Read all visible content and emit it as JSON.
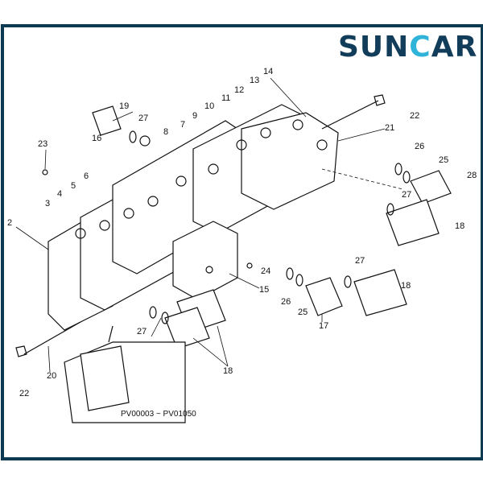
{
  "brand": {
    "name": "SUNCAR",
    "name_part1": "SUN",
    "name_part2": "C",
    "name_part3": "AR",
    "primary_color": "#123d5a",
    "accent_color": "#2fb3d8",
    "frame_color": "#0d3a52"
  },
  "diagram": {
    "serial_range": "PV00003 ~ PV01050",
    "labels": [
      "2",
      "3",
      "4",
      "5",
      "6",
      "16",
      "8",
      "7",
      "9",
      "10",
      "11",
      "12",
      "13",
      "14",
      "19",
      "27",
      "23",
      "22",
      "21",
      "26",
      "25",
      "28",
      "27",
      "18",
      "24",
      "15",
      "26",
      "25",
      "17",
      "27",
      "18",
      "27",
      "18",
      "20",
      "22"
    ]
  }
}
